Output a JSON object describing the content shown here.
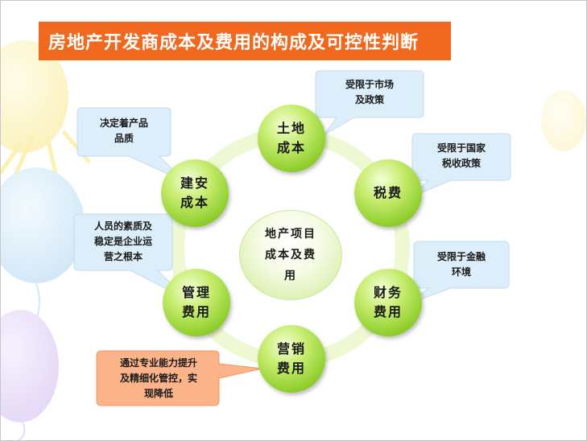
{
  "title": "房地产开发商成本及费用的构成及可控性判断",
  "center": "地产项目\n成本及费\n用",
  "nodes": {
    "land": "土地\n成本",
    "construction": "建安\n成本",
    "tax": "税费",
    "management": "管理\n费用",
    "finance": "财务\n费用",
    "marketing": "营销\n费用"
  },
  "callouts": {
    "land": "受限于市场\n及政策",
    "construction": "决定着产品\n品质",
    "tax": "受限于国家\n税收政策",
    "management": "人员的素质及\n稳定是企业运\n营之根本",
    "finance": "受限于金融\n环境",
    "marketing": "通过专业能力提升\n及精细化管控，实\n现降低"
  },
  "colors": {
    "title_bg": "#f0691e",
    "node_green": "#8ccd2a",
    "callout_blue": "#dceefa",
    "callout_orange": "#fbb48a"
  }
}
